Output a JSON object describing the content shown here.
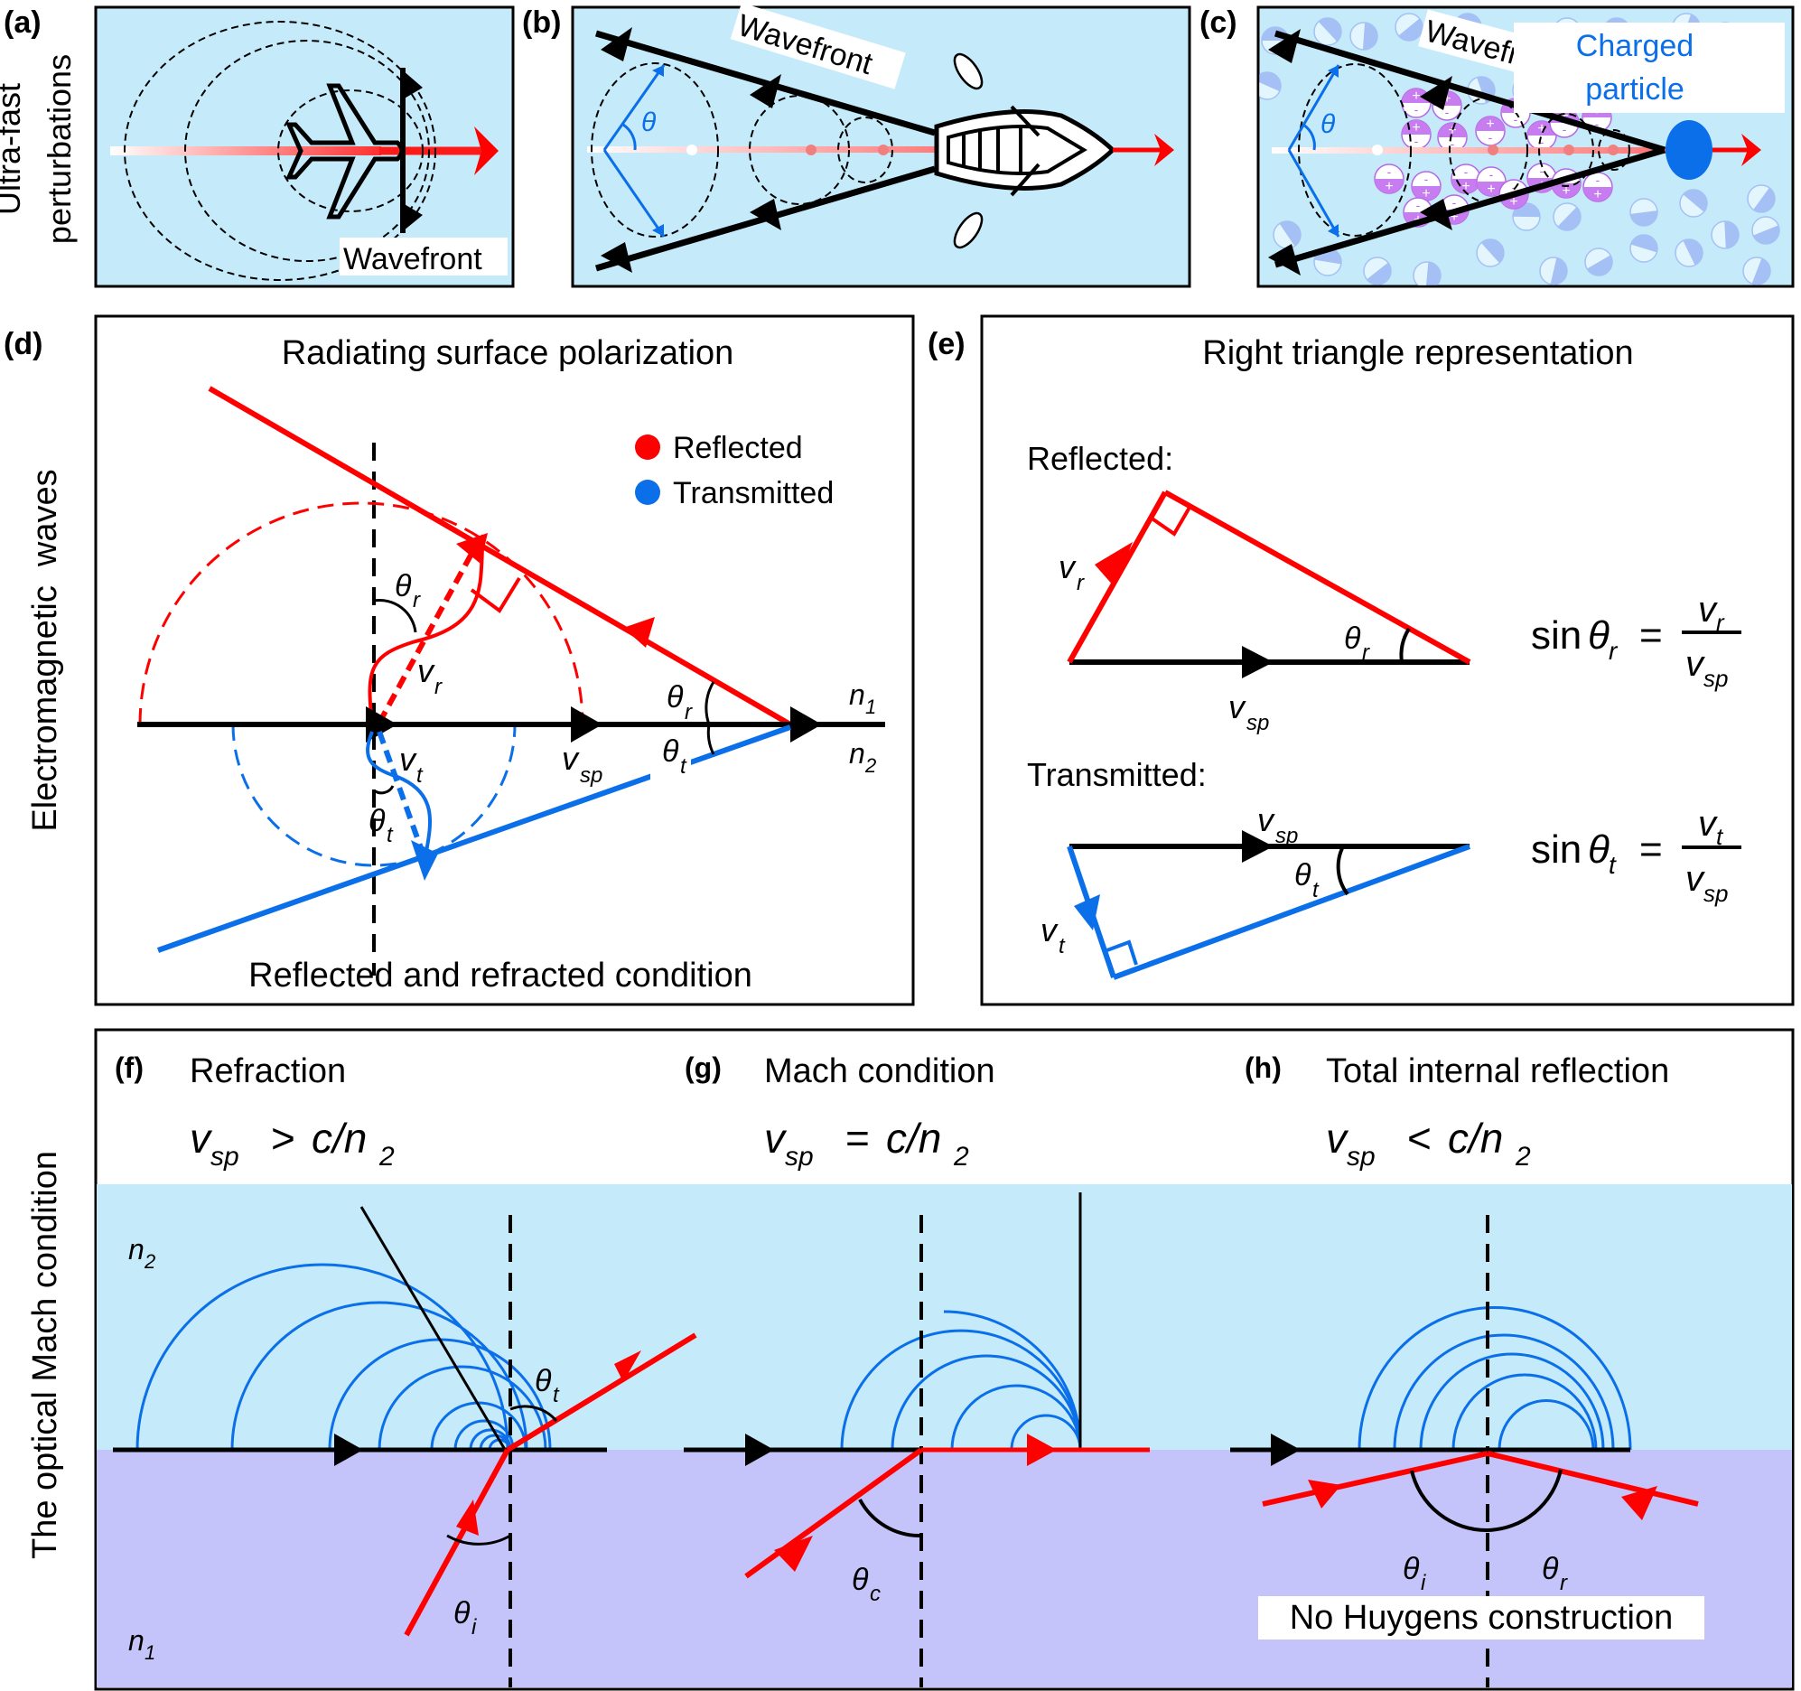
{
  "colors": {
    "panel_bg_blue": "#C5EBFB",
    "medium_n1_purple": "#C4C4FA",
    "red": "#FF0000",
    "blue": "#0A6FE8",
    "particle_active": "#C77DF0",
    "particle_faded": "#A9B6F0"
  },
  "row_labels": {
    "top": "Ultra-fast perturbations",
    "top_line1": "Ultra-fast",
    "top_line2": "perturbations",
    "middle": "Electromagnetic  waves",
    "bottom": "The optical Mach condition"
  },
  "panel_a": {
    "label": "(a)",
    "wavefront": "Wavefront",
    "icon": "airplane-icon"
  },
  "panel_b": {
    "label": "(b)",
    "wavefront": "Wavefront",
    "theta": "θ",
    "icon": "boat-icon"
  },
  "panel_c": {
    "label": "(c)",
    "wavefront": "Wavefront",
    "theta": "θ",
    "particle_line1": "Charged",
    "particle_line2": "particle",
    "plus": "+",
    "minus": "-"
  },
  "panel_d": {
    "label": "(d)",
    "title": "Radiating surface polarization",
    "caption": "Reflected and refracted condition",
    "legend": [
      {
        "label": "Reflected",
        "color": "#FF0000"
      },
      {
        "label": "Transmitted",
        "color": "#0A6FE8"
      }
    ],
    "theta": "θ",
    "sub_r": "r",
    "sub_t": "t",
    "v": "v",
    "sub_sp": "sp",
    "n": "n",
    "n1_sub": "1",
    "n2_sub": "2"
  },
  "panel_e": {
    "label": "(e)",
    "title": "Right triangle representation",
    "reflected_heading": "Reflected:",
    "transmitted_heading": "Transmitted:",
    "sin": "sin",
    "theta": "θ",
    "eq": "=",
    "v": "v",
    "sub_r": "r",
    "sub_t": "t",
    "sub_sp": "sp"
  },
  "panel_f": {
    "label": "(f)",
    "title": "Refraction",
    "relation": ">",
    "theta": "θ",
    "sub_t": "t",
    "sub_i": "i"
  },
  "panel_g": {
    "label": "(g)",
    "title": "Mach condition",
    "relation": "=",
    "theta": "θ",
    "sub_c": "c"
  },
  "panel_h": {
    "label": "(h)",
    "title": "Total internal reflection",
    "relation": "<",
    "theta": "θ",
    "sub_i": "i",
    "sub_r": "r",
    "note": "No Huygens construction"
  },
  "condition": {
    "v": "v",
    "sub_sp": "sp",
    "c_over_n": "c/n",
    "sub_2": "2"
  },
  "media": {
    "n": "n",
    "n1_sub": "1",
    "n2_sub": "2"
  }
}
